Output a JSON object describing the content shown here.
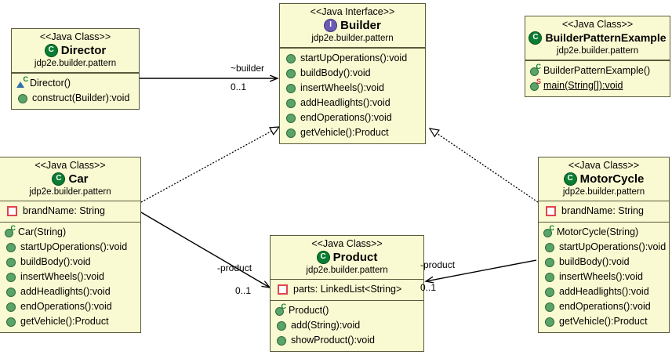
{
  "diagram": {
    "title": "Builder Pattern UML Class Diagram",
    "package": "jdp2e.builder.pattern",
    "background": "#FFFFFF",
    "box_fill": "#FAFAD2",
    "box_border": "#5A5A3C"
  },
  "stereotypes": {
    "java_class": "<<Java Class>>",
    "java_interface": "<<Java Interface>>"
  },
  "icons": {
    "class": "class-icon",
    "interface": "interface-icon",
    "method": "public-method-icon",
    "field": "private-field-icon",
    "constructor": "public-constructor-icon",
    "protected_constructor": "protected-constructor-icon",
    "static_method": "public-static-method-icon",
    "class_letter": "C",
    "interface_letter": "I",
    "ctor_letter": "C",
    "static_letter": "S"
  },
  "classes": [
    {
      "id": "director",
      "stereotype": "<<Java Class>>",
      "name": "Director",
      "package": "jdp2e.builder.pattern",
      "kind": "class",
      "fields": [],
      "methods": [
        {
          "label": "Director()",
          "icon": "protected-constructor-icon",
          "static": false
        },
        {
          "label": "construct(Builder):void",
          "icon": "public-method-icon",
          "static": false
        }
      ]
    },
    {
      "id": "builder",
      "stereotype": "<<Java Interface>>",
      "name": "Builder",
      "package": "jdp2e.builder.pattern",
      "kind": "interface",
      "fields": [],
      "methods": [
        {
          "label": "startUpOperations():void",
          "icon": "public-method-icon",
          "static": false
        },
        {
          "label": "buildBody():void",
          "icon": "public-method-icon",
          "static": false
        },
        {
          "label": "insertWheels():void",
          "icon": "public-method-icon",
          "static": false
        },
        {
          "label": "addHeadlights():void",
          "icon": "public-method-icon",
          "static": false
        },
        {
          "label": "endOperations():void",
          "icon": "public-method-icon",
          "static": false
        },
        {
          "label": "getVehicle():Product",
          "icon": "public-method-icon",
          "static": false
        }
      ]
    },
    {
      "id": "builderpatternexample",
      "stereotype": "<<Java Class>>",
      "name": "BuilderPatternExample",
      "package": "jdp2e.builder.pattern",
      "kind": "class",
      "fields": [],
      "methods": [
        {
          "label": "BuilderPatternExample()",
          "icon": "public-constructor-icon",
          "static": false
        },
        {
          "label": "main(String[]):void",
          "icon": "public-static-method-icon",
          "static": true
        }
      ]
    },
    {
      "id": "car",
      "stereotype": "<<Java Class>>",
      "name": "Car",
      "package": "jdp2e.builder.pattern",
      "kind": "class",
      "fields": [
        {
          "label": "brandName: String",
          "icon": "private-field-icon"
        }
      ],
      "methods": [
        {
          "label": "Car(String)",
          "icon": "public-constructor-icon",
          "static": false
        },
        {
          "label": "startUpOperations():void",
          "icon": "public-method-icon",
          "static": false
        },
        {
          "label": "buildBody():void",
          "icon": "public-method-icon",
          "static": false
        },
        {
          "label": "insertWheels():void",
          "icon": "public-method-icon",
          "static": false
        },
        {
          "label": "addHeadlights():void",
          "icon": "public-method-icon",
          "static": false
        },
        {
          "label": "endOperations():void",
          "icon": "public-method-icon",
          "static": false
        },
        {
          "label": "getVehicle():Product",
          "icon": "public-method-icon",
          "static": false
        }
      ]
    },
    {
      "id": "motorcycle",
      "stereotype": "<<Java Class>>",
      "name": "MotorCycle",
      "package": "jdp2e.builder.pattern",
      "kind": "class",
      "fields": [
        {
          "label": "brandName: String",
          "icon": "private-field-icon"
        }
      ],
      "methods": [
        {
          "label": "MotorCycle(String)",
          "icon": "public-constructor-icon",
          "static": false
        },
        {
          "label": "startUpOperations():void",
          "icon": "public-method-icon",
          "static": false
        },
        {
          "label": "buildBody():void",
          "icon": "public-method-icon",
          "static": false
        },
        {
          "label": "insertWheels():void",
          "icon": "public-method-icon",
          "static": false
        },
        {
          "label": "addHeadlights():void",
          "icon": "public-method-icon",
          "static": false
        },
        {
          "label": "endOperations():void",
          "icon": "public-method-icon",
          "static": false
        },
        {
          "label": "getVehicle():Product",
          "icon": "public-method-icon",
          "static": false
        }
      ]
    },
    {
      "id": "product",
      "stereotype": "<<Java Class>>",
      "name": "Product",
      "package": "jdp2e.builder.pattern",
      "kind": "class",
      "fields": [
        {
          "label": "parts: LinkedList<String>",
          "icon": "private-field-icon"
        }
      ],
      "methods": [
        {
          "label": "Product()",
          "icon": "public-constructor-icon",
          "static": false
        },
        {
          "label": "add(String):void",
          "icon": "public-method-icon",
          "static": false
        },
        {
          "label": "showProduct():void",
          "icon": "public-method-icon",
          "static": false
        }
      ]
    }
  ],
  "relations": [
    {
      "id": "director-builder",
      "type": "association",
      "from": "Director",
      "to": "Builder",
      "role": "~builder",
      "multiplicity": "0..1"
    },
    {
      "id": "car-product",
      "type": "association",
      "from": "Car",
      "to": "Product",
      "role": "-product",
      "multiplicity": "0..1"
    },
    {
      "id": "motorcycle-product",
      "type": "association",
      "from": "MotorCycle",
      "to": "Product",
      "role": "-product",
      "multiplicity": "0..1"
    },
    {
      "id": "car-builder",
      "type": "realization",
      "from": "Car",
      "to": "Builder",
      "role": "",
      "multiplicity": ""
    },
    {
      "id": "motorcycle-builder",
      "type": "realization",
      "from": "MotorCycle",
      "to": "Builder",
      "role": "",
      "multiplicity": ""
    }
  ]
}
